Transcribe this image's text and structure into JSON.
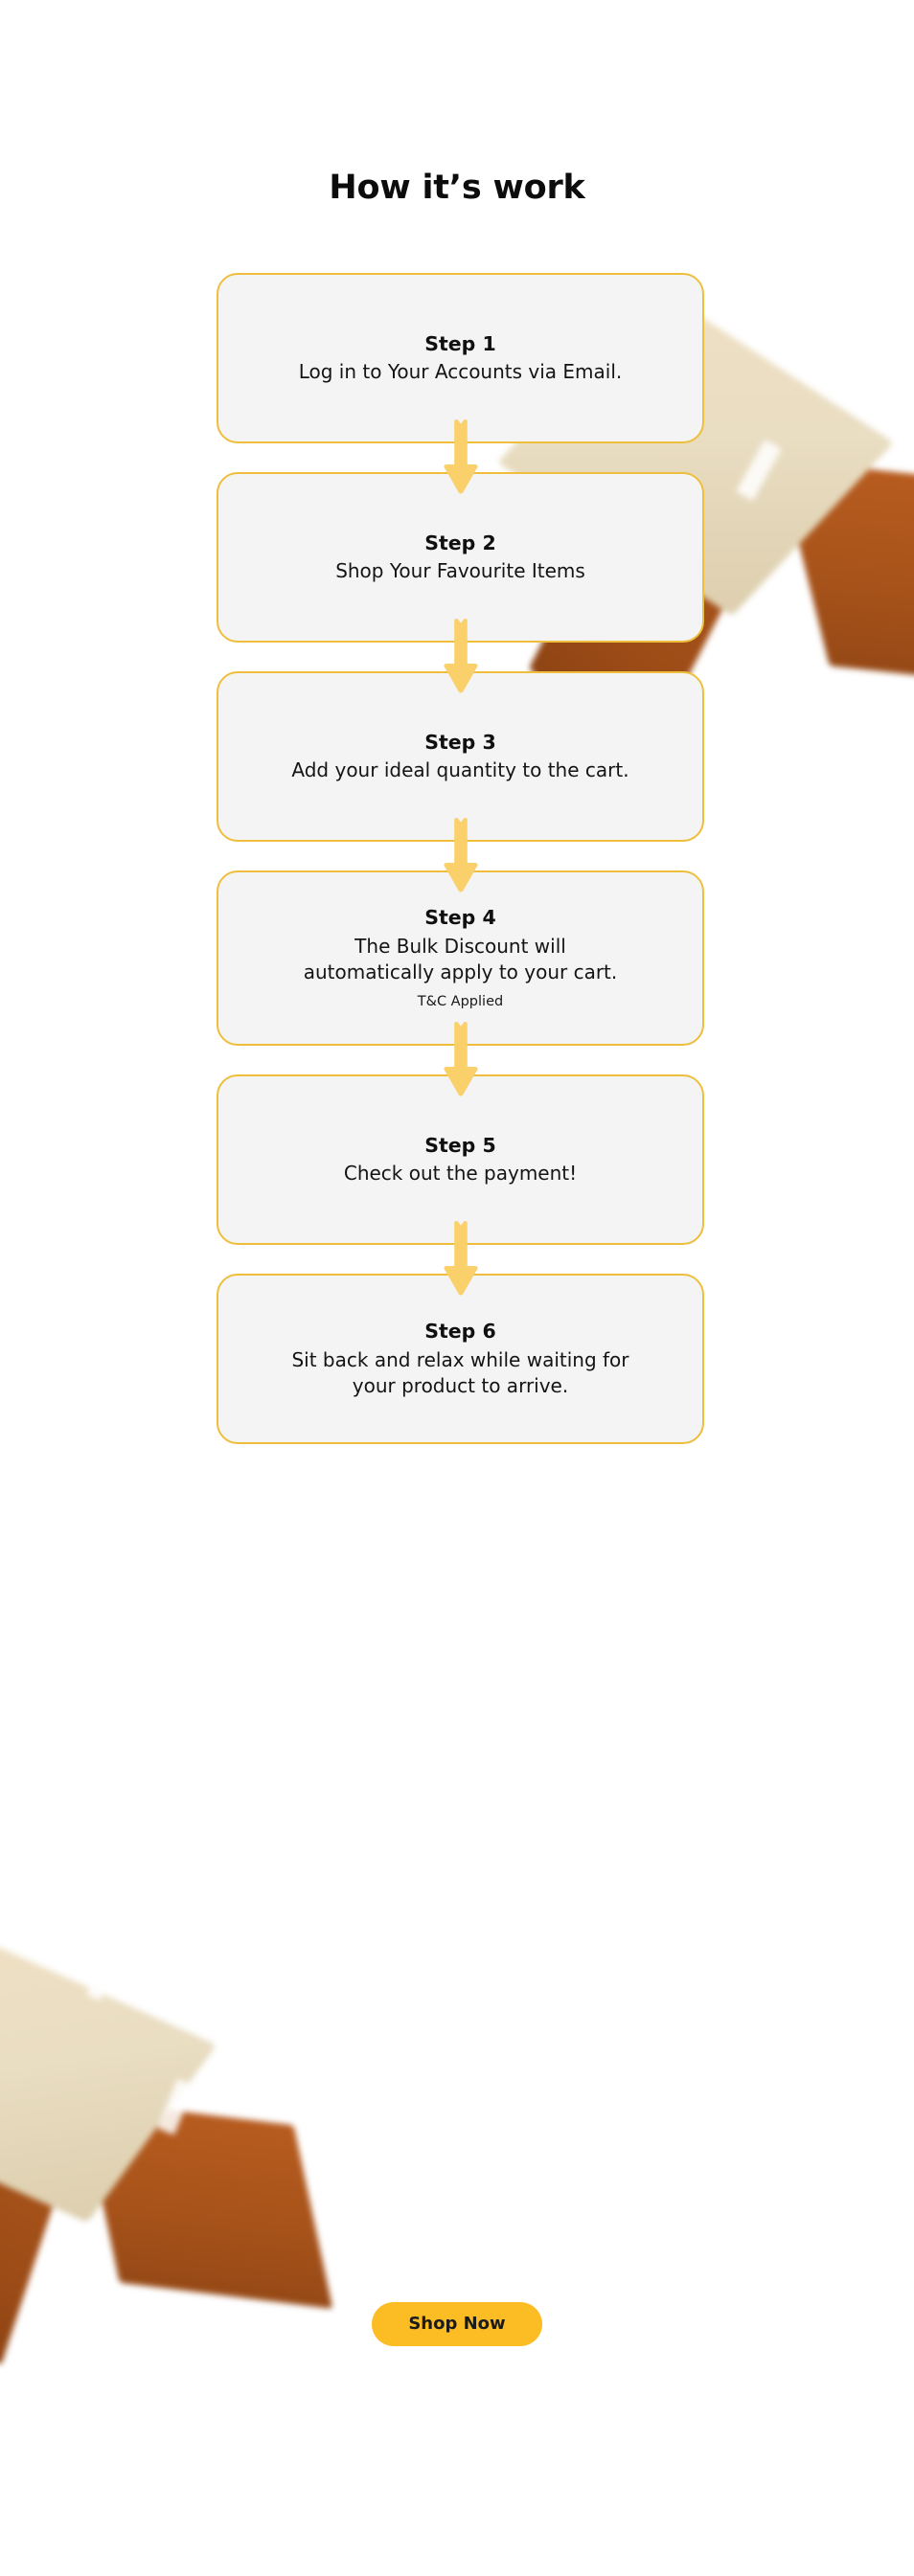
{
  "page": {
    "title": "How it’s work",
    "background_color": "#ffffff"
  },
  "theme": {
    "card_background": "#f4f4f4",
    "card_border": "#eebe3c",
    "arrow_color": "#fad06a",
    "cta_background": "#fbbc24",
    "cta_text_color": "#1b1b1b",
    "heading_color": "#0c0c0c",
    "body_text_color": "#141414",
    "box_top_color": "#e9ddc2",
    "box_side_color": "#a8531a"
  },
  "steps": [
    {
      "title": "Step 1",
      "description": "Log in to Your Accounts via Email.",
      "note": ""
    },
    {
      "title": "Step 2",
      "description": "Shop Your Favourite Items",
      "note": ""
    },
    {
      "title": "Step 3",
      "description": "Add your ideal quantity to the cart.",
      "note": ""
    },
    {
      "title": "Step 4",
      "description": "The Bulk Discount will automatically apply to your cart.",
      "note": "T&C Applied"
    },
    {
      "title": "Step 5",
      "description": "Check out the payment!",
      "note": ""
    },
    {
      "title": "Step 6",
      "description": "Sit back and relax while waiting for your product to arrive.",
      "note": ""
    }
  ],
  "connectors": {
    "icon": "arrow-down-icon",
    "count": 5
  },
  "cta": {
    "label": "Shop Now"
  },
  "decorations": [
    {
      "name": "cardboard-box-top-right",
      "icon": "package-box-icon"
    },
    {
      "name": "cardboard-box-bottom-left",
      "icon": "package-box-icon"
    }
  ]
}
